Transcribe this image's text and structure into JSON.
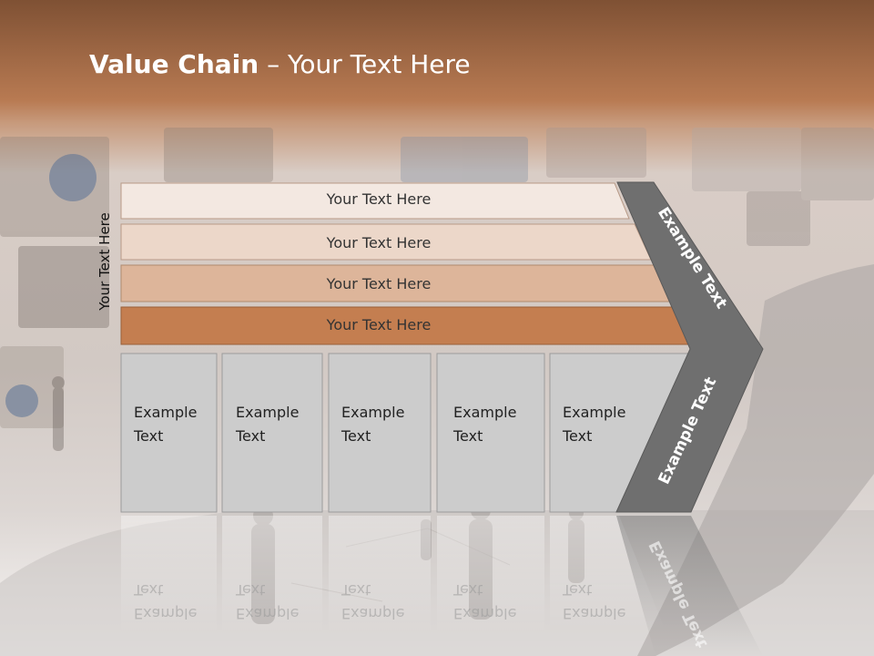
{
  "title": {
    "bold": "Value Chain",
    "rest": " – Your Text Here"
  },
  "side_label": "Your Text Here",
  "bars": [
    {
      "label": "Your Text Here",
      "color": "#f3e8e1"
    },
    {
      "label": "Your Text Here",
      "color": "#ecd7c9"
    },
    {
      "label": "Your Text Here",
      "color": "#ddb59a"
    },
    {
      "label": "Your Text Here",
      "color": "#c47e50"
    }
  ],
  "boxes": [
    {
      "line1": "Example",
      "line2": "Text"
    },
    {
      "line1": "Example",
      "line2": "Text"
    },
    {
      "line1": "Example",
      "line2": "Text"
    },
    {
      "line1": "Example",
      "line2": "Text"
    },
    {
      "line1": "Example",
      "line2": "Text"
    }
  ],
  "chevron": {
    "upper": "Example Text",
    "lower": "Example Text",
    "color": "#6f6f6f"
  },
  "colors": {
    "accent": "#b87a52",
    "box": "#cccccc",
    "box_border": "#999999"
  }
}
